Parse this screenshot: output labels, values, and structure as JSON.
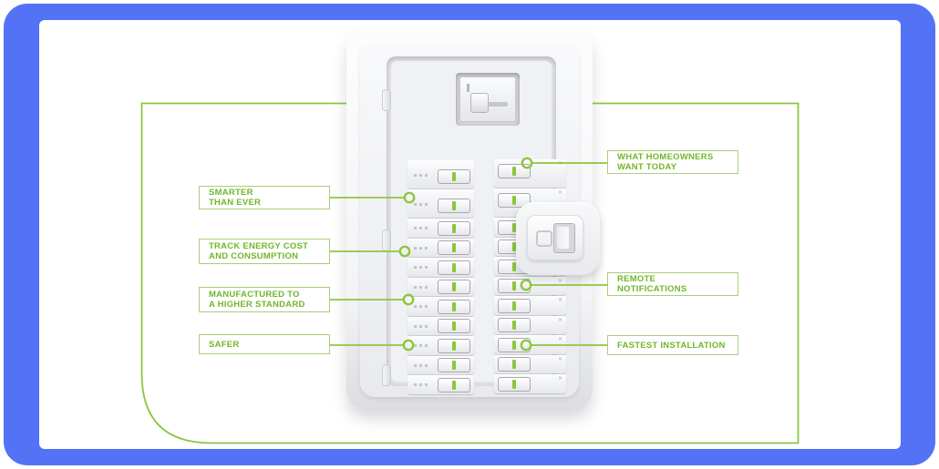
{
  "theme": {
    "frame_blue": "#5372F5",
    "accent_green": "#8CC63F",
    "text_green": "#72B62A",
    "box_border_green": "#A8CE7A"
  },
  "panel": {
    "type": "smart-circuit-breaker-panel",
    "left_column": {
      "tall": 2,
      "narrow": 9
    },
    "right_column": {
      "tall": 2,
      "narrow": 9
    }
  },
  "callouts": [
    {
      "id": "smarter",
      "line1": "SMARTER",
      "line2": "THAN EVER"
    },
    {
      "id": "track-energy",
      "line1": "TRACK ENERGY COST",
      "line2": "AND CONSUMPTION"
    },
    {
      "id": "manufactured",
      "line1": "MANUFACTURED TO",
      "line2": "A HIGHER STANDARD"
    },
    {
      "id": "safer",
      "line1": "SAFER",
      "line2": ""
    },
    {
      "id": "homeowners",
      "line1": "WHAT HOMEOWNERS",
      "line2": "WANT TODAY"
    },
    {
      "id": "remote",
      "line1": "REMOTE",
      "line2": "NOTIFICATIONS"
    },
    {
      "id": "fastest",
      "line1": "FASTEST INSTALLATION",
      "line2": ""
    }
  ]
}
